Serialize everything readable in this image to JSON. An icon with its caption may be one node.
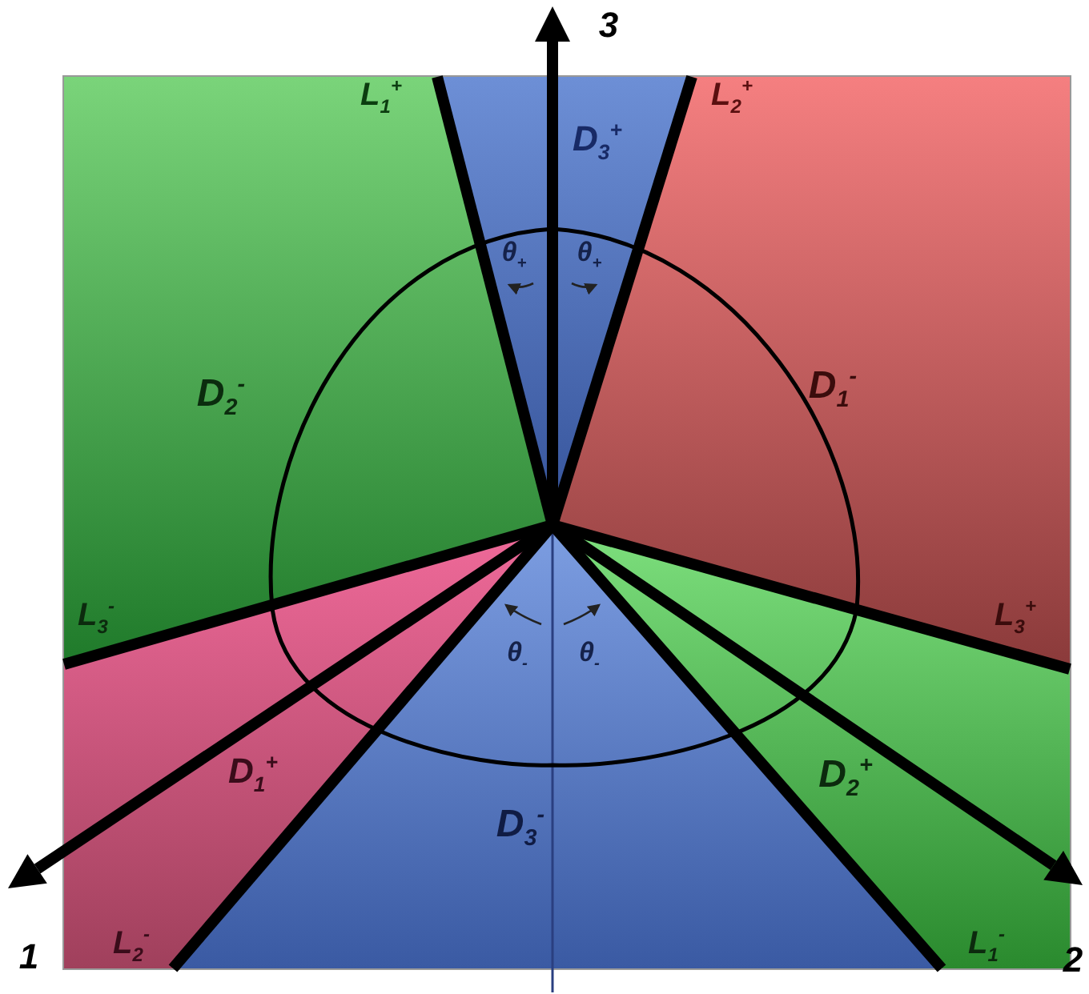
{
  "diagram": {
    "labels": [
      "3",
      "L$_{1}$$^{+}$",
      "D$_{3}$$^{+}$",
      "L$_{2}$$^{+}$",
      "θ$_{+}$",
      "θ$_{+}$",
      "D$_{2}$$^{-}$",
      "D$_{1}$$^{-}$",
      "L$_{3}$$^{-}$",
      "L$_{3}$$^{+}$",
      "θ$_{-}$",
      "θ$_{-}$",
      "D$_{1}$$^{+}$",
      "D$_{2}$$^{+}$",
      "D$_{3}$$^{-}$",
      "1",
      "L$_{2}$$^{-}$",
      "L$_{1}$$^{-}$",
      "2"
    ]
  }
}
